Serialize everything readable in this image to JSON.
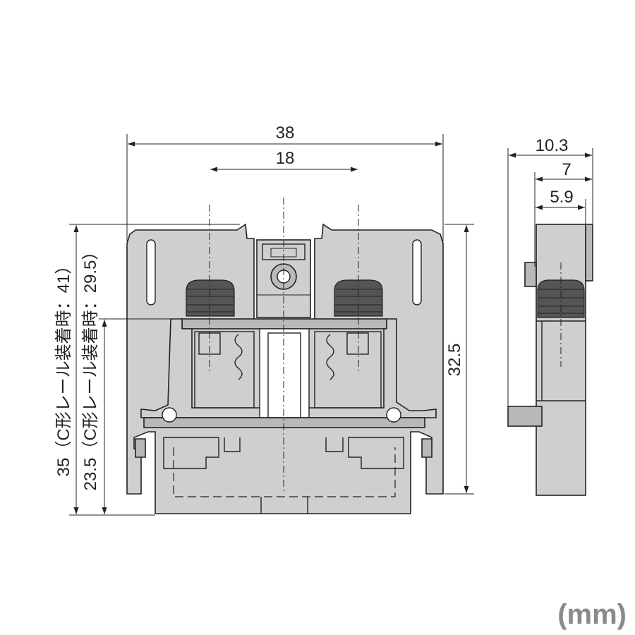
{
  "dimensions": {
    "width_total": "38",
    "pitch": "18",
    "height_right": "32.5",
    "height_left_outer": "35（C形レール装着時：41）",
    "height_left_inner": "23.5（C形レール装着時：29.5）",
    "side_depth_total": "10.3",
    "side_depth_mid": "7",
    "side_depth_inner": "5.9"
  },
  "unit_label": "(mm)",
  "colors": {
    "body_fill": "#cfcfcf",
    "line": "#222222",
    "unit_text": "#8a8a8a"
  }
}
